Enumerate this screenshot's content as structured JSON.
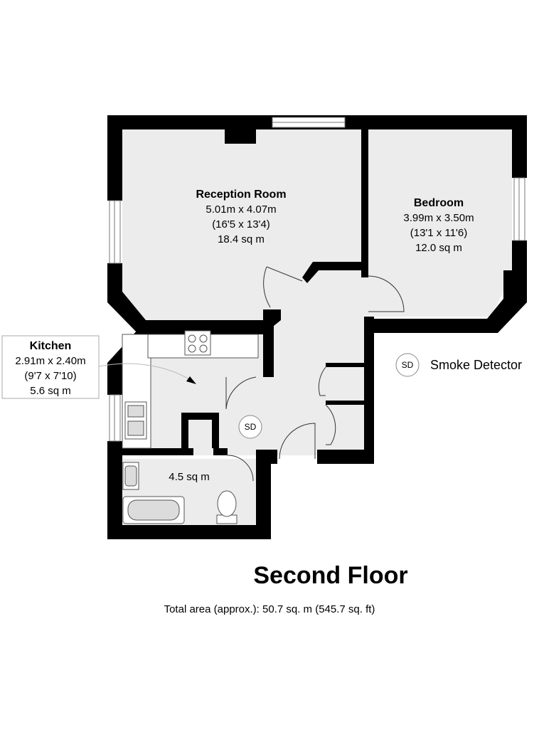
{
  "rooms": {
    "reception": {
      "name": "Reception Room",
      "dims": "5.01m x 4.07m",
      "imperial": "(16'5 x 13'4)",
      "area": "18.4 sq m"
    },
    "bedroom": {
      "name": "Bedroom",
      "dims": "3.99m x 3.50m",
      "imperial": "(13'1 x 11'6)",
      "area": "12.0 sq m"
    },
    "kitchen": {
      "name": "Kitchen",
      "dims": "2.91m x 2.40m",
      "imperial": "(9'7 x 7'10)",
      "area": "5.6 sq m"
    },
    "bathroom": {
      "area": "4.5 sq m"
    }
  },
  "smoke_detector": {
    "symbol": "SD",
    "legend_label": "Smoke Detector"
  },
  "floor_title": "Second Floor",
  "total_area": "Total area (approx.): 50.7 sq. m (545.7 sq. ft)"
}
